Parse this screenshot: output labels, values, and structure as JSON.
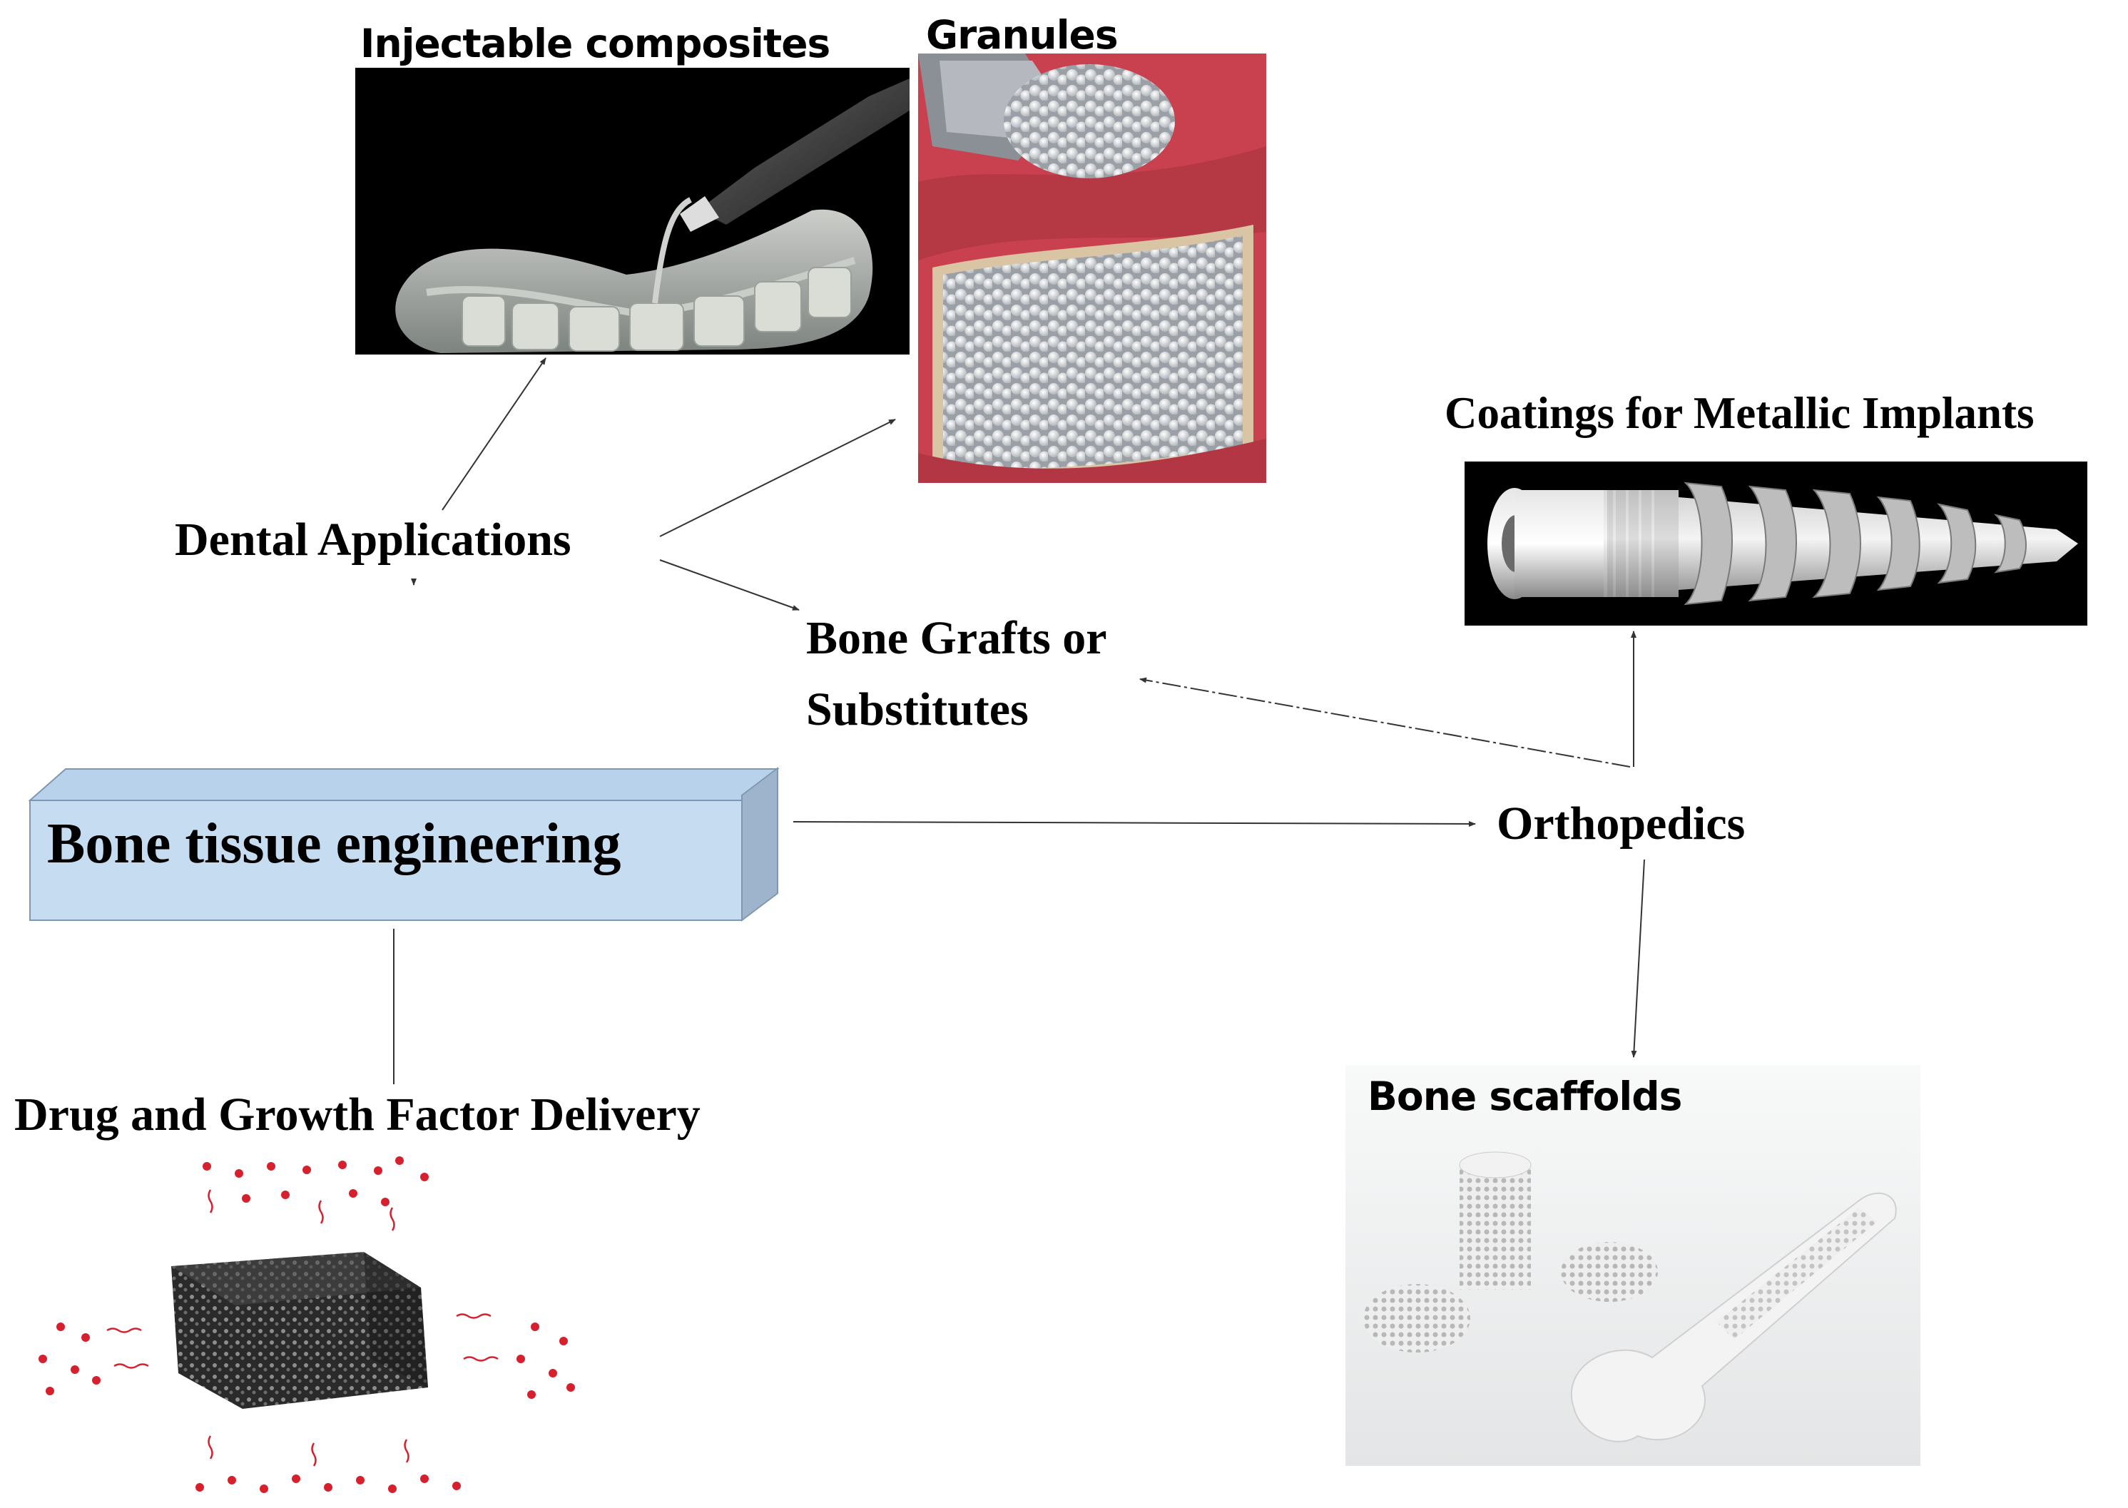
{
  "diagram": {
    "center_box": {
      "label": "Bone tissue engineering",
      "fill": "#c6dcf1",
      "side_fill": "#9db4cc",
      "stroke": "#7f97b0"
    },
    "nodes": {
      "dental": "Dental Applications",
      "injectable": "Injectable composites",
      "granules": "Granules",
      "grafts_line1": "Bone Grafts or",
      "grafts_line2": "Substitutes",
      "orthopedics": "Orthopedics",
      "coatings": "Coatings for Metallic Implants",
      "scaffolds": "Bone scaffolds",
      "drug": "Drug and Growth Factor Delivery"
    },
    "images": {
      "injectable": "dental-tray-injection-photo",
      "granules": "bone-granules-photo",
      "coatings": "coated-dental-screw-implant-photo",
      "scaffolds": "porous-bone-scaffolds-photo",
      "drug": "porous-scaffold-drug-release-illustration"
    },
    "colors": {
      "arrow": "#333333",
      "drug_dot": "#d6202e",
      "gum": "#c9414f"
    }
  }
}
